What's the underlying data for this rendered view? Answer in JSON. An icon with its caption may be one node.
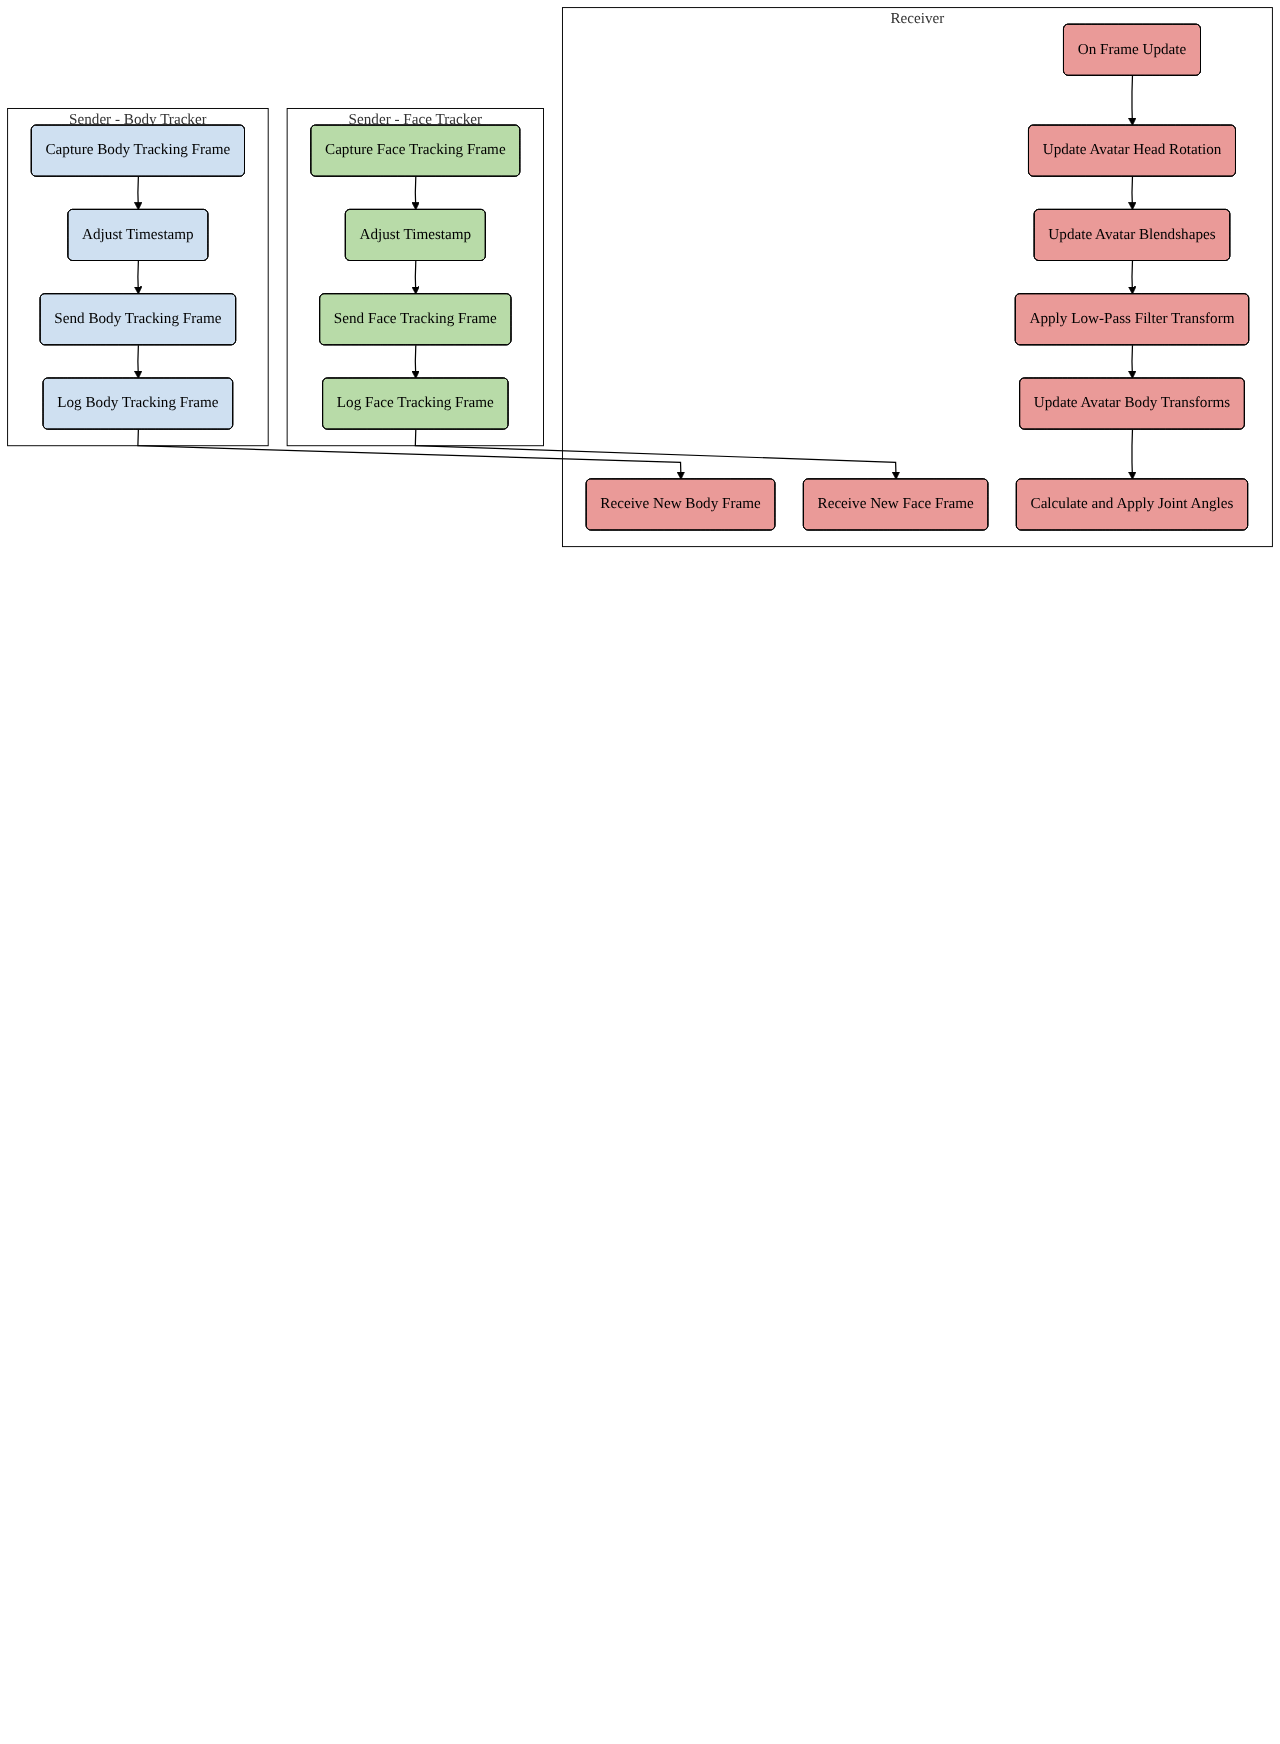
{
  "diagram": {
    "nodes": [
      {
        "text": [
          "Sender - Body Tracker"
        ]
      },
      {
        "text": [
          "Capture Body Tracking Frame"
        ],
        "in": 0
      },
      {
        "text": [
          "Adjust Timestamp"
        ],
        "in": 0
      },
      {
        "text": [
          "Send Body Tracking Frame"
        ],
        "in": 0
      },
      {
        "text": [
          "Log Body Tracking Frame"
        ],
        "in": 0
      },
      {
        "text": [
          "Sender - Face Tracker"
        ]
      },
      {
        "text": [
          "Capture Face Tracking Frame"
        ],
        "in": 5
      },
      {
        "text": [
          "Adjust Timestamp"
        ],
        "in": 5
      },
      {
        "text": [
          "Send Face Tracking Frame"
        ],
        "in": 5
      },
      {
        "text": [
          "Log Face Tracking Frame"
        ],
        "in": 5
      },
      {
        "text": [
          "Receiver"
        ]
      },
      {
        "text": [
          "Receive New Body Frame"
        ],
        "in": 10
      },
      {
        "text": [
          "Receive New Face Frame"
        ],
        "in": 10
      },
      {
        "text": [
          "On Frame Update"
        ],
        "in": 10
      },
      {
        "text": [
          "Apply Low-Pass Filter Transform"
        ],
        "in": 10
      },
      {
        "text": [
          "Update Avatar Head Rotation"
        ],
        "in": 10
      },
      {
        "text": [
          "Update Avatar Body Transforms"
        ],
        "in": 10
      },
      {
        "text": [
          "Update Avatar Blendshapes"
        ],
        "in": 10
      },
      {
        "text": [
          "Calculate and Apply Joint Angles"
        ],
        "in": 10
      }
    ],
    "edges": [
      {
        "from": 1,
        "to": 2,
        "arrow": "to"
      },
      {
        "from": 2,
        "to": 3,
        "arrow": "to"
      },
      {
        "from": 3,
        "to": 4,
        "arrow": "to"
      },
      {
        "from": 6,
        "to": 7,
        "arrow": "to"
      },
      {
        "from": 7,
        "to": 8,
        "arrow": "to"
      },
      {
        "from": 8,
        "to": 9,
        "arrow": "to"
      },
      {
        "from": 4,
        "to": 11,
        "arrow": "to"
      },
      {
        "from": 9,
        "to": 12,
        "arrow": "to"
      },
      {
        "from": 13,
        "to": 15,
        "arrow": "to"
      },
      {
        "from": 15,
        "to": 17,
        "arrow": "to"
      },
      {
        "from": 17,
        "to": 14,
        "arrow": "to"
      },
      {
        "from": 14,
        "to": 16,
        "arrow": "to"
      },
      {
        "from": 16,
        "to": 18,
        "arrow": "to"
      }
    ]
  }
}
